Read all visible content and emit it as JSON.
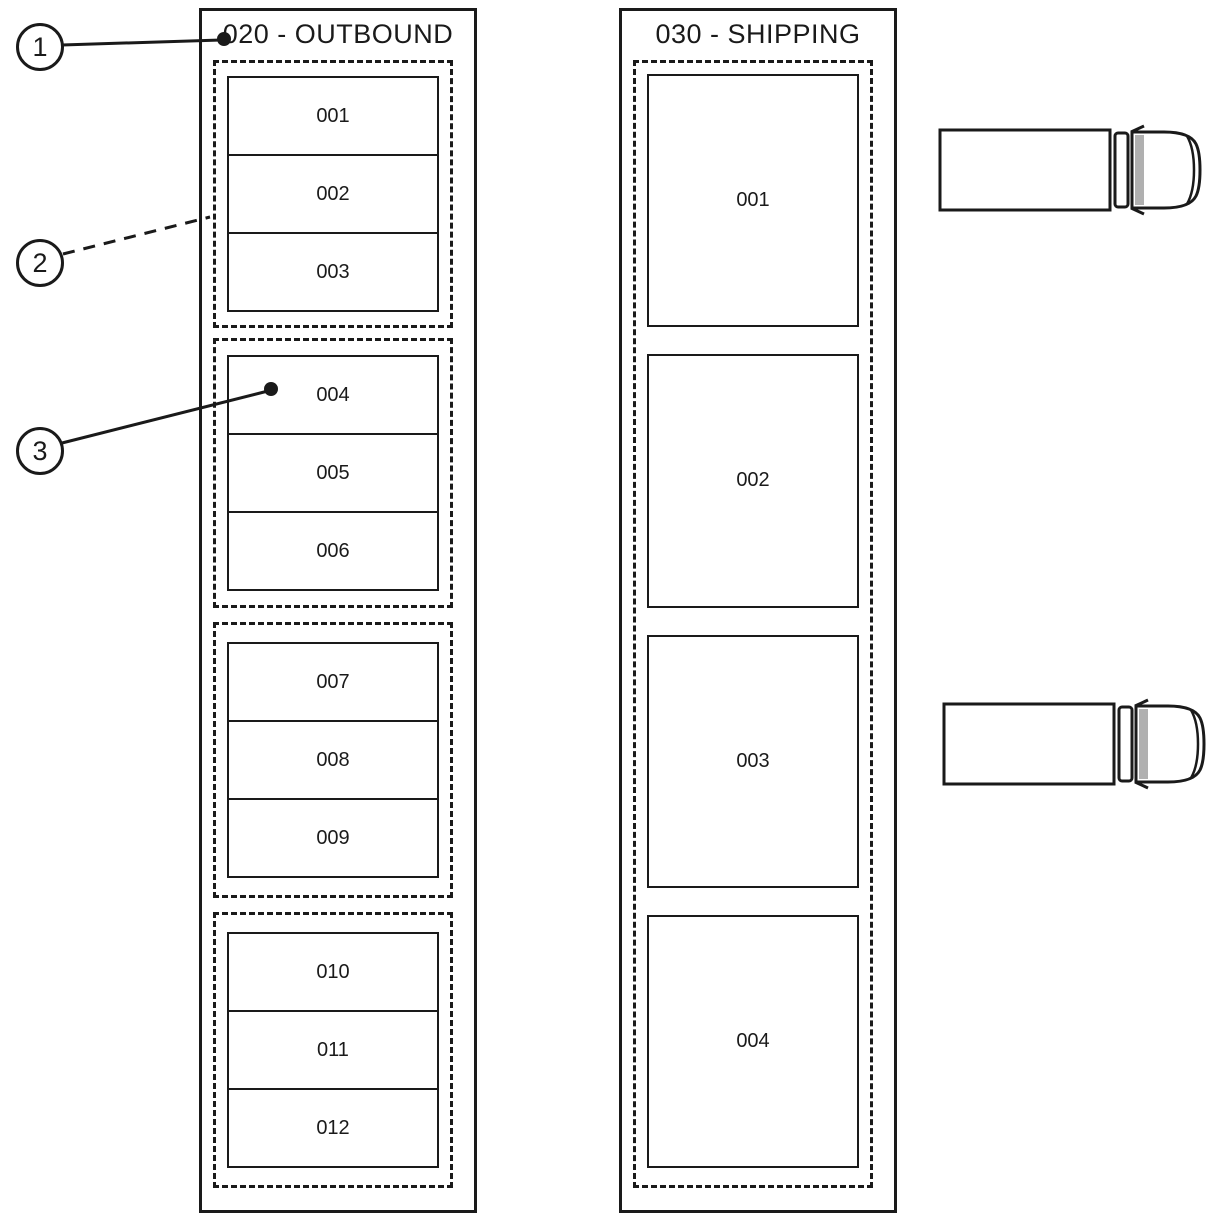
{
  "zones": {
    "outbound": {
      "title": "020 - OUTBOUND",
      "groups": [
        {
          "locations": [
            "001",
            "002",
            "003"
          ]
        },
        {
          "locations": [
            "004",
            "005",
            "006"
          ]
        },
        {
          "locations": [
            "007",
            "008",
            "009"
          ]
        },
        {
          "locations": [
            "010",
            "011",
            "012"
          ]
        }
      ]
    },
    "shipping": {
      "title": "030 - SHIPPING",
      "locations": [
        "001",
        "002",
        "003",
        "004"
      ]
    }
  },
  "callouts": [
    "1",
    "2",
    "3"
  ],
  "colors": {
    "line": "#1a1a1a",
    "background": "#ffffff",
    "windshield": "#b0b0b0"
  }
}
